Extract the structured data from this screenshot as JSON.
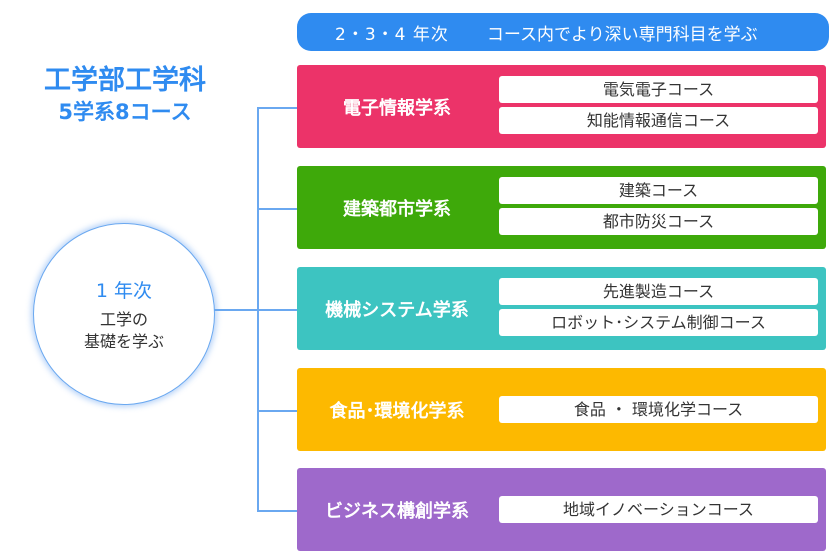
{
  "banner": {
    "years": "2・3・4 年次",
    "description": "コース内でより深い専門科目を学ぶ"
  },
  "title": {
    "line1": "工学部工学科",
    "line2": "5学系8コース"
  },
  "first_year": {
    "year": "1 年次",
    "line1": "工学の",
    "line2": "基礎を学ぶ"
  },
  "colors": {
    "accent": "#2f8bf0",
    "connector": "#6aa8f0"
  },
  "groups": [
    {
      "name": "電子情報学系",
      "color": "#ec3369",
      "courses": [
        "電気電子コース",
        "知能情報通信コース"
      ]
    },
    {
      "name": "建築都市学系",
      "color": "#3ea90a",
      "courses": [
        "建築コース",
        "都市防災コース"
      ]
    },
    {
      "name": "機械システム学系",
      "color": "#3dc4c1",
      "courses": [
        "先進製造コース",
        "ロボット･システム制御コース"
      ]
    },
    {
      "name": "食品･環境化学系",
      "color": "#fdb900",
      "courses": [
        "食品 ・ 環境化学コース"
      ]
    },
    {
      "name": "ビジネス構創学系",
      "color": "#9e69cb",
      "courses": [
        "地域イノベーションコース"
      ]
    }
  ]
}
